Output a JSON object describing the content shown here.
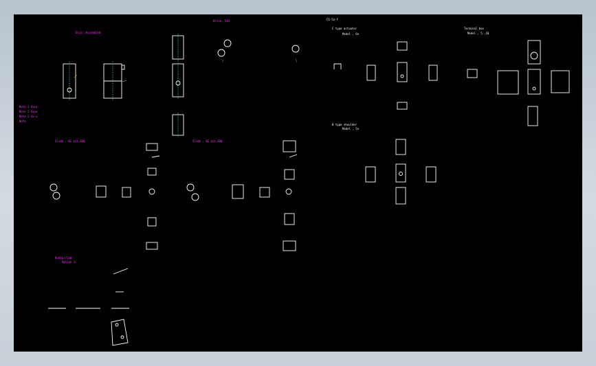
{
  "drawing": {
    "title_center": "Drive, 5x5",
    "title_right": "CS-5n-f",
    "section_c_type": "C type actuator",
    "section_c_type_sub": "Model , 6n",
    "section_b_type": "B type shoulder",
    "section_b_type_sub": "Model , 5n",
    "section_terminal": "Terminal box",
    "section_terminal_sub": "Model , 5..10",
    "section_left_views": "Slide , 01 pcs 200",
    "section_mid_views": "Slide , 02 pcs 200",
    "section_bottom": "Rod(p)/lab",
    "section_bottom_sub": "Option 1",
    "top_left_note": "Unit :Assembled",
    "legend_lines": [
      "Note 1-Xxxx",
      "Note 2-Xxxx",
      "Note 3-Xx-x",
      "Note"
    ]
  },
  "colors": {
    "viewport": "#000000",
    "frame": "#c7cfd8",
    "text_annotation": "#ff33ff",
    "line_primary": "#ffffff",
    "line_center": "#29d6e6"
  }
}
